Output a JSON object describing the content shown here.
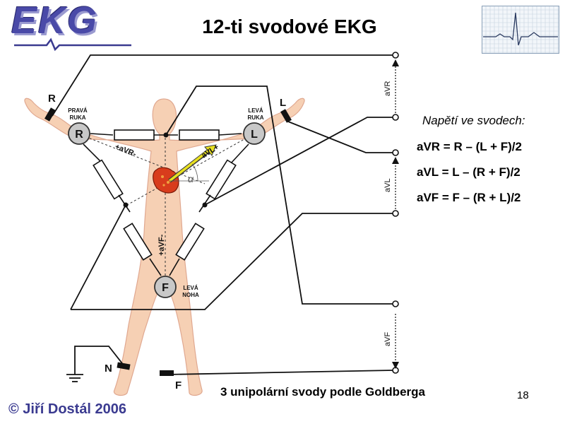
{
  "logo": {
    "text": "EKG"
  },
  "title": "12-ti svodové EKG",
  "labels": {
    "electrode_R": "R",
    "electrode_L": "L",
    "electrode_F": "F",
    "wire_R": "R",
    "wire_L": "L",
    "wire_N": "N",
    "wire_F": "F",
    "right_arm_line1": "PRAVÁ",
    "right_arm_line2": "RUKA",
    "left_arm_line1": "LEVÁ",
    "left_arm_line2": "RUKA",
    "left_leg_line1": "LEVÁ",
    "left_leg_line2": "NOHA",
    "avr_axis": "+aVR-",
    "avl_axis": "aVL+",
    "avf_axis": "+aVF-",
    "alpha": "α",
    "out_avr": "aVR",
    "out_avl": "aVL",
    "out_avf": "aVF"
  },
  "equations": {
    "heading": "Napětí ve svodech:",
    "avr": "aVR = R – (L + F)/2",
    "avl": "aVL = L – (R + F)/2",
    "avf": "aVF = F – (R + L)/2"
  },
  "caption": "3 unipolární svody podle Goldberga",
  "page_number": "18",
  "footer": "© Jiří Dostál 2006",
  "colors": {
    "skin": "#f6d0b4",
    "skin_outline": "#e0a890",
    "electrode_fill": "#c8c8c8",
    "heart": "#d83c1c",
    "vector": "#e8e020",
    "logo": "#4a4aa8",
    "footer": "#3a3a90",
    "grid": "#b8c8d8",
    "wire": "#111111"
  }
}
